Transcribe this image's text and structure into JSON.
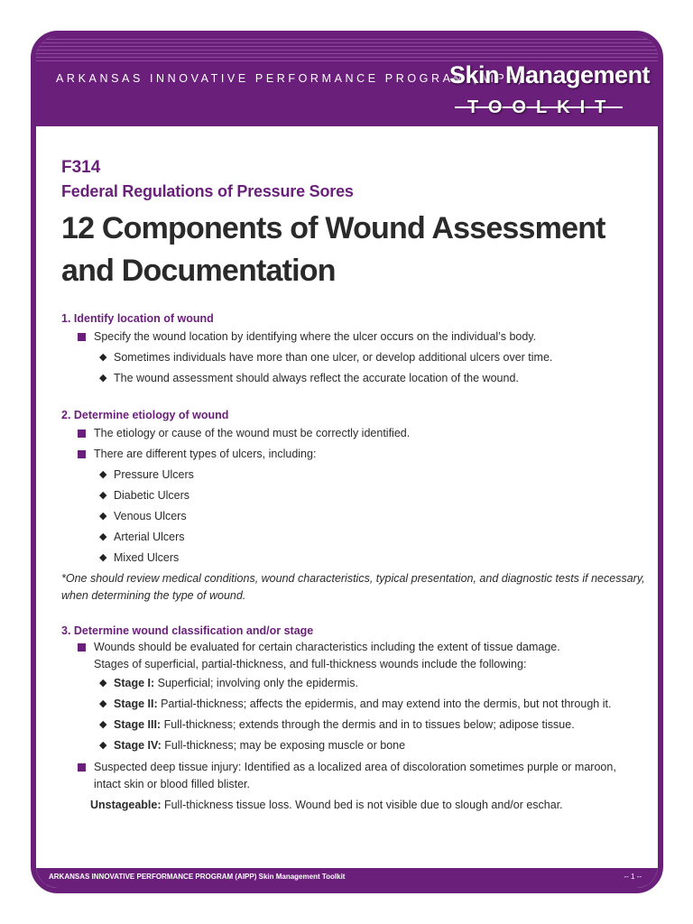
{
  "header": {
    "program": "ARKANSAS INNOVATIVE PERFORMANCE PROGRAM (AIPP)",
    "toolkit_title": "Skin Management",
    "toolkit_sub": "TOOLKIT"
  },
  "doc": {
    "code": "F314",
    "reg_title": "Federal Regulations of Pressure Sores",
    "title_line1": "12 Components of Wound Assessment",
    "title_line2": "and Documentation"
  },
  "sections": [
    {
      "heading": "1.  Identify location of wound",
      "bullets": [
        {
          "text": "Specify the wound location by identifying where the ulcer occurs on the individual’s body.",
          "sub": [
            "Sometimes individuals have more than one ulcer, or develop additional ulcers over time.",
            "The wound assessment should always reflect the accurate location of the wound."
          ]
        }
      ]
    },
    {
      "heading": "2.  Determine etiology of wound",
      "bullets": [
        {
          "text": "The etiology or cause of the wound must be correctly identified."
        },
        {
          "text": "There are different types of ulcers, including:",
          "sub": [
            "Pressure Ulcers",
            "Diabetic Ulcers",
            "Venous Ulcers",
            "Arterial Ulcers",
            "Mixed Ulcers"
          ]
        }
      ],
      "note": "*One should review medical conditions, wound characteristics, typical presentation, and diagnostic tests if necessary, when determining the type of wound."
    },
    {
      "heading": "3.  Determine wound classification and/or stage",
      "bullets": [
        {
          "text": "Wounds should be evaluated for certain characteristics including the extent of tissue damage.",
          "cont": "Stages of superficial, partial-thickness, and full-thickness wounds include the following:",
          "stages": [
            {
              "label": "Stage I:",
              "text": " Superficial; involving only the epidermis."
            },
            {
              "label": "Stage II:",
              "text": " Partial-thickness; affects the epidermis, and may extend into the dermis, but not through it."
            },
            {
              "label": "Stage III:",
              "text": " Full-thickness; extends through the dermis and in to tissues below; adipose tissue."
            },
            {
              "label": "Stage IV:",
              "text": " Full-thickness; may be exposing muscle or bone"
            }
          ]
        },
        {
          "text": "Suspected deep tissue injury: Identified as a localized area of discoloration sometimes purple or maroon,",
          "cont": "intact skin or blood filled blister."
        }
      ],
      "unstageable": {
        "label": "Unstageable:",
        "text": " Full-thickness tissue loss.  Wound bed is not visible due to slough and/or eschar."
      }
    }
  ],
  "footer": {
    "text": "ARKANSAS INNOVATIVE PERFORMANCE PROGRAM (AIPP) Skin Management Toolkit",
    "page": "-- 1 --"
  },
  "colors": {
    "accent": "#6a1f7a",
    "text": "#2a2a2a"
  }
}
